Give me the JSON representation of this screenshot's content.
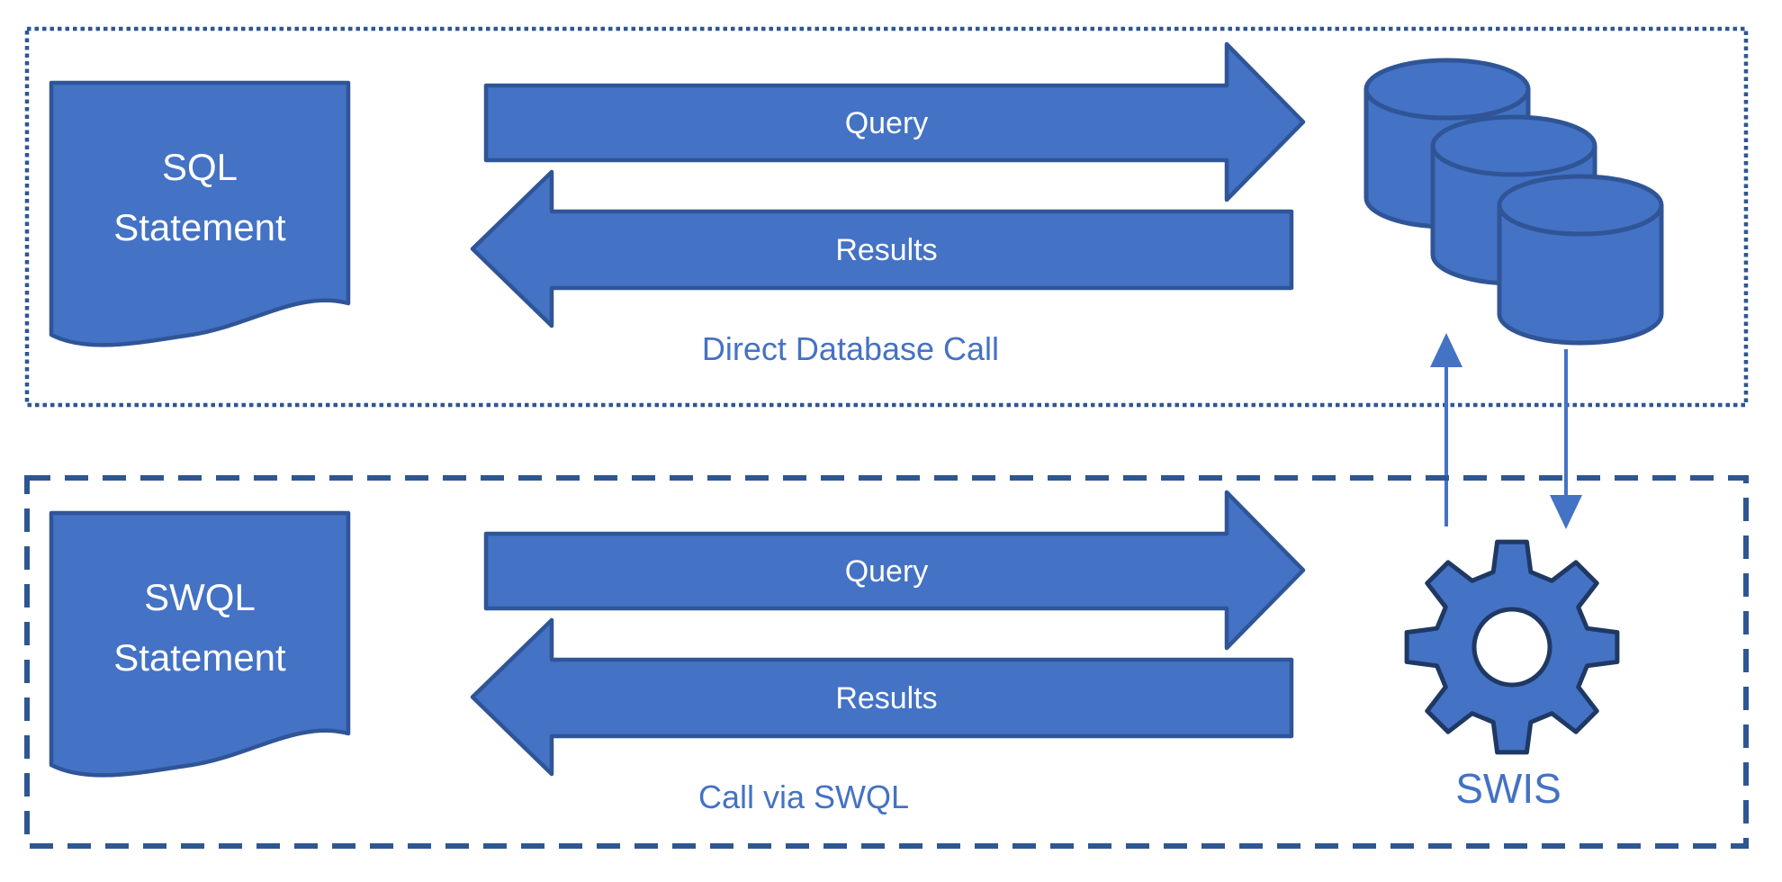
{
  "colors": {
    "shape_fill": "#4472C4",
    "shape_stroke": "#2F5597",
    "gear_stroke": "#1F3864",
    "caption_text": "#4472C4",
    "label_text": "#FFFFFF",
    "border": "#2E5693"
  },
  "top_section": {
    "source": {
      "line1": "SQL",
      "line2": "Statement"
    },
    "query_label": "Query",
    "results_label": "Results",
    "caption": "Direct Database Call",
    "target_icon": "database-stack-icon"
  },
  "bottom_section": {
    "source": {
      "line1": "SWQL",
      "line2": "Statement"
    },
    "query_label": "Query",
    "results_label": "Results",
    "caption": "Call via SWQL",
    "service_label": "SWIS",
    "target_icon": "gear-icon"
  }
}
